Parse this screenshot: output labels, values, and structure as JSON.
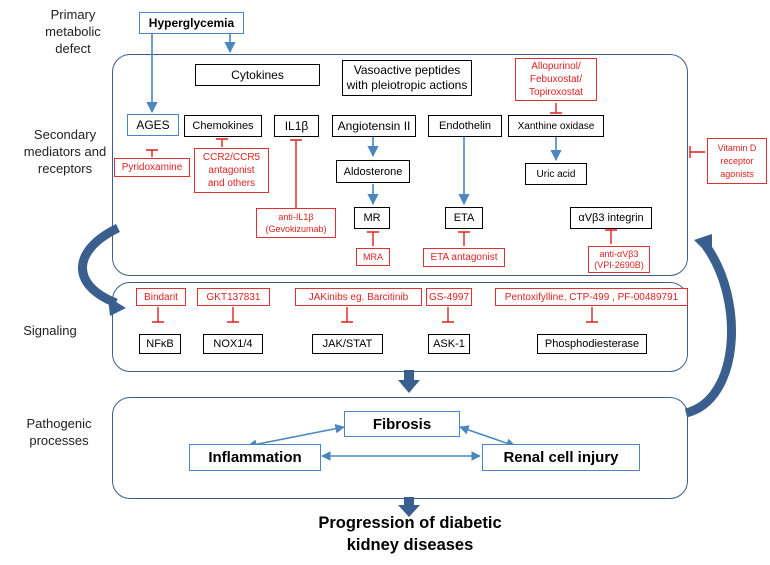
{
  "row_labels": {
    "primary": "Primary\nmetabolic\ndefect",
    "secondary": "Secondary\nmediators and\nreceptors",
    "signaling": "Signaling",
    "pathogenic": "Pathogenic\nprocesses"
  },
  "mediators": {
    "hyperglycemia": "Hyperglycemia",
    "cytokines": "Cytokines",
    "vasoactive": "Vasoactive peptides\nwith pleiotropic actions",
    "ages": "AGES",
    "chemokines": "Chemokines",
    "il1b": "IL1β",
    "angiotensin": "Angiotensin II",
    "endothelin": "Endothelin",
    "xanthine_oxidase": "Xanthine oxidase",
    "aldosterone": "Aldosterone",
    "uric_acid": "Uric acid",
    "mr": "MR",
    "eta": "ETA",
    "integrin": "αVβ3 integrin"
  },
  "inhibitors": {
    "pyridoxamine": "Pyridoxamine",
    "ccr": "CCR2/CCR5\nantagonist\nand others",
    "anti_il1b": "anti-IL1β\n(Gevokizumab)",
    "mra": "MRA",
    "eta_antagonist": "ETA antagonist",
    "anti_avb3": "anti-αVβ3\n(VPI-2690B)",
    "allopurinol": "Allopurinol/\nFebuxostat/\nTopiroxostat",
    "vitamin_d": "Vitamin D\nreceptor\nagonists",
    "bindarit": "Bindarit",
    "gkt": "GKT137831",
    "jakinibs": "JAKinibs eg. Barcitinib",
    "gs4997": "GS-4997",
    "pentoxifylline": "Pentoxifylline, CTP-499 , PF-00489791"
  },
  "signaling": {
    "nfkb": "NFκB",
    "nox": "NOX1/4",
    "jakstat": "JAK/STAT",
    "ask1": "ASK-1",
    "pde": "Phosphodiesterase"
  },
  "processes": {
    "fibrosis": "Fibrosis",
    "inflammation": "Inflammation",
    "renal": "Renal cell injury"
  },
  "outcome": "Progression of diabetic\nkidney diseases",
  "colors": {
    "panel": "#3a5f8f",
    "arrow_blue": "#4a86c0",
    "inhibitor_red": "#e02020"
  }
}
